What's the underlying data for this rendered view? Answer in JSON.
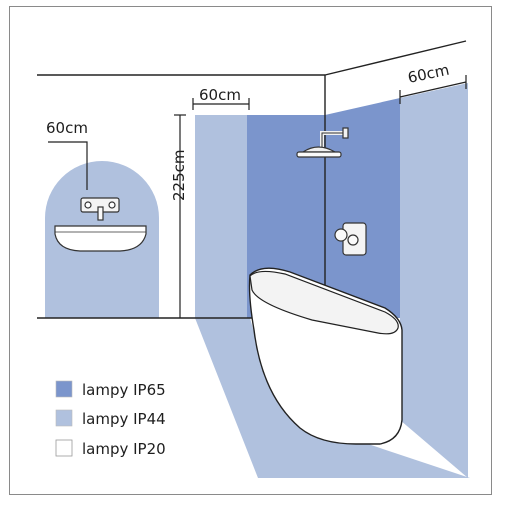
{
  "dimensions": {
    "sink_zone_radius": "60cm",
    "bath_zone_left_width": "60cm",
    "bath_zone_height": "225cm",
    "bath_zone_right_width": "60cm"
  },
  "legend": [
    {
      "label": "lampy IP65",
      "color": "#7b95cc"
    },
    {
      "label": "lampy IP44",
      "color": "#b0c1de"
    },
    {
      "label": "lampy IP20",
      "color": "#ffffff"
    }
  ],
  "colors": {
    "ip65_zone": "#7b95cc",
    "ip44_zone": "#b0c1de",
    "ip20_zone": "#ffffff",
    "outline": "#222222",
    "frame": "#8a8a8a"
  },
  "icons": {
    "shower": "shower-head-icon",
    "mixer": "shower-mixer-icon",
    "faucet": "faucet-icon",
    "sink": "sink-icon",
    "bathtub": "bathtub-icon"
  }
}
